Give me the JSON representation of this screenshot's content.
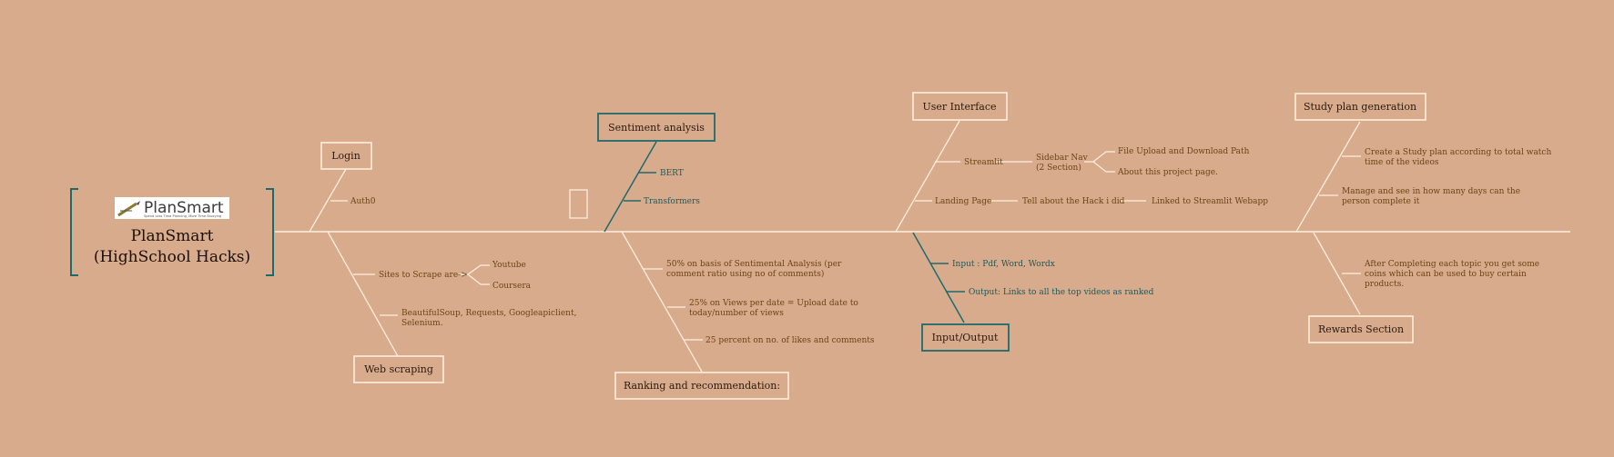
{
  "head": {
    "logo_name": "PlanSmart",
    "logo_tagline": "Spend Less Time Planning, More Time Studying",
    "title_line1": "PlanSmart",
    "title_line2": "(HighSchool Hacks)"
  },
  "categories": {
    "login": "Login",
    "web_scraping": "Web scraping",
    "sentiment": "Sentiment analysis",
    "ranking": "Ranking and recommendation:",
    "ui": "User Interface",
    "io": "Input/Output",
    "study": "Study plan generation",
    "rewards": "Rewards Section"
  },
  "causes": {
    "auth0": "Auth0",
    "sites": "Sites to Scrape are->",
    "youtube": "Youtube",
    "coursera": "Coursera",
    "libs_1": "BeautifulSoup, Requests, Googleapiclient,",
    "libs_2": "Selenium.",
    "bert": "BERT",
    "transformers": "Transformers",
    "rank1_1": "50% on basis of Sentimental Analysis (per",
    "rank1_2": "comment ratio using no of comments)",
    "rank2_1": "25% on Views per date = Upload date  to",
    "rank2_2": "today/number of views",
    "rank3": "25 percent on no. of likes and comments",
    "streamlit": "Streamlit",
    "sidebar_1": "Sidebar Nav",
    "sidebar_2": "(2 Section)",
    "file_upload": "File Upload and Download Path",
    "about": "About this project page.",
    "landing": "Landing Page",
    "tell": "Tell about the Hack i did",
    "linked": "Linked to Streamlit Webapp",
    "input": "Input : Pdf, Word, Wordx",
    "output": "Output: Links to all the top videos as ranked",
    "plan1_1": "Create a Study plan according to total watch",
    "plan1_2": "time of the videos",
    "plan2_1": "Manage and see in how many days can the",
    "plan2_2": "person complete it",
    "reward_1": "After Completing each topic you get some",
    "reward_2": "coins which can be used to buy certain",
    "reward_3": "products."
  },
  "colors": {
    "background": "#d8ab8c",
    "cream": "#fdeedd",
    "teal": "#1d6a6c",
    "brown_text": "#6b4416",
    "teal_text": "#1d5a5c"
  }
}
